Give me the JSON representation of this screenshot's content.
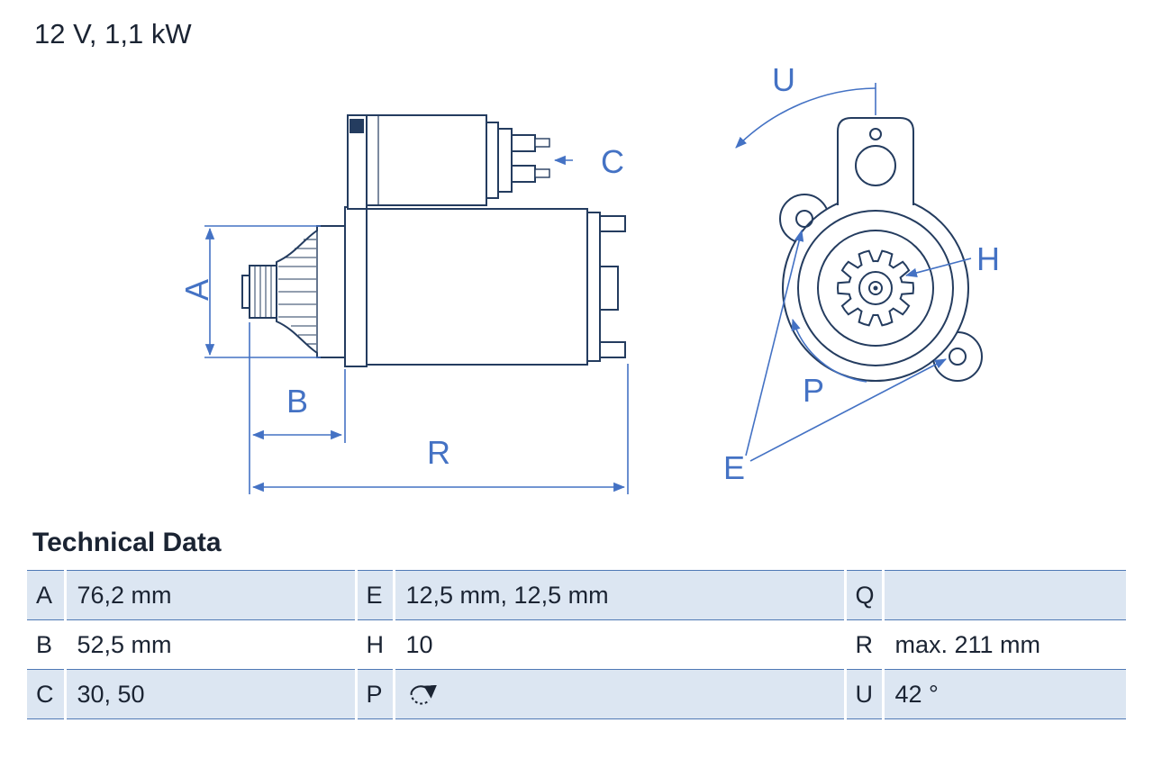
{
  "header": {
    "title": "12 V, 1,1 kW"
  },
  "drawing": {
    "labels": {
      "A": "A",
      "B": "B",
      "C": "C",
      "R": "R",
      "U": "U",
      "H": "H",
      "P": "P",
      "E": "E"
    }
  },
  "table": {
    "heading": "Technical Data",
    "rows": [
      {
        "cells": [
          {
            "key": "A",
            "value": "76,2 mm"
          },
          {
            "key": "E",
            "value": "12,5 mm, 12,5 mm"
          },
          {
            "key": "Q",
            "value": ""
          }
        ]
      },
      {
        "cells": [
          {
            "key": "B",
            "value": "52,5 mm"
          },
          {
            "key": "H",
            "value": "10"
          },
          {
            "key": "R",
            "value": "max. 211 mm"
          }
        ]
      },
      {
        "cells": [
          {
            "key": "C",
            "value": "30, 50"
          },
          {
            "key": "P",
            "value": "",
            "icon": "rotation-direction-icon"
          },
          {
            "key": "U",
            "value": "42 °"
          }
        ]
      }
    ]
  },
  "colors": {
    "accent": "#4472C4",
    "ink": "#1B2433",
    "outline": "#243C5F",
    "row_bg": "#DCE6F2"
  }
}
